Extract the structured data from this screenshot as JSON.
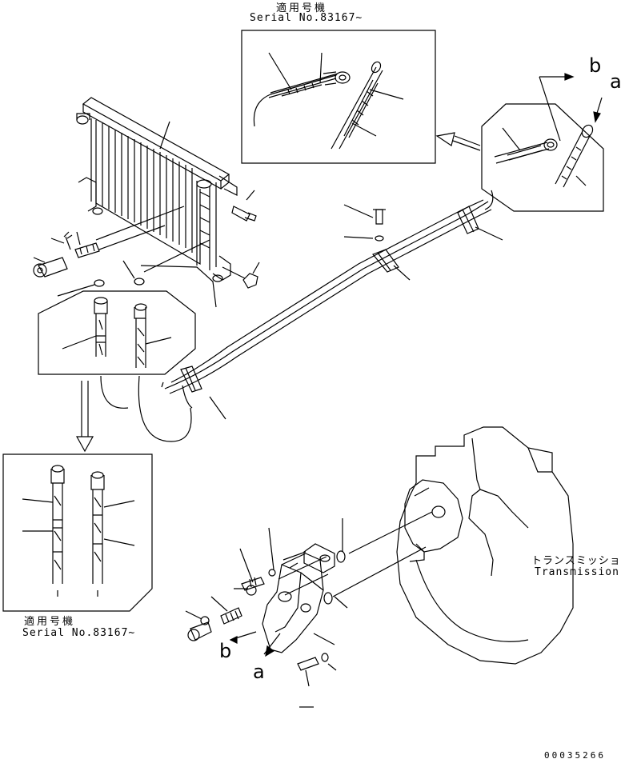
{
  "labels": {
    "top_applicable": "適用号機",
    "top_serial": "Serial No.83167~",
    "bottom_applicable": "適用号機",
    "bottom_serial": "Serial No.83167~",
    "callout_a_top": "a",
    "callout_b_top": "b",
    "callout_a_bottom": "a",
    "callout_b_bottom": "b",
    "transmission_jp": "トランスミッション",
    "transmission_en": "Transmission",
    "part_number": "00035266"
  }
}
